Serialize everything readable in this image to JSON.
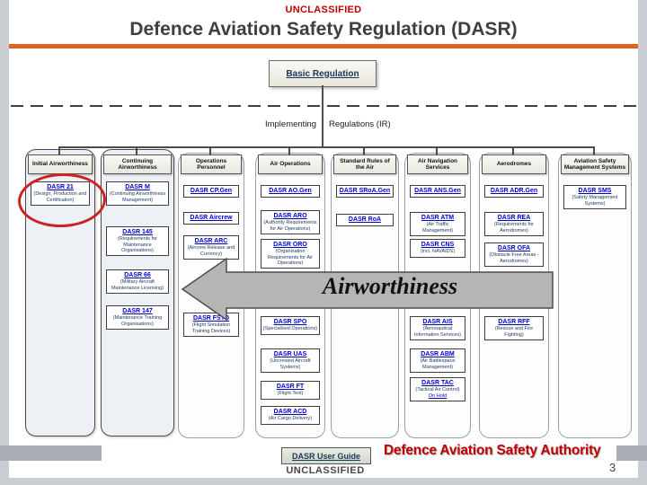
{
  "slide": {
    "classification_top": "UNCLASSIFIED",
    "title": "Defence Aviation Safety Regulation (DASR)",
    "classification_bottom": "UNCLASSIFIED",
    "page_number": "3",
    "authority_logo": "Defence Aviation Safety Authority",
    "user_guide_label": "DASR User Guide"
  },
  "diagram": {
    "root_label": "Basic Regulation",
    "branch_label_left": "Implementing",
    "branch_label_right": "Regulations (IR)",
    "arrow_label": "Airworthiness",
    "columns": [
      {
        "header": "Initial Airworthiness",
        "highlighted": true,
        "items": [
          {
            "code": "DASR 21",
            "sub": "(Design, Production and Certification)",
            "circled": true
          }
        ]
      },
      {
        "header": "Continuing Airworthiness",
        "items": [
          {
            "code": "DASR M",
            "sub": "(Continuing Airworthiness Management)"
          },
          {
            "code": "DASR 145",
            "sub": "(Requirements for Maintenance Organisations)"
          },
          {
            "code": "DASR 66",
            "sub": "(Military Aircraft Maintenance Licensing)"
          },
          {
            "code": "DASR 147",
            "sub": "(Maintenance Training Organisations)"
          }
        ]
      },
      {
        "header": "Operations Personnel",
        "items": [
          {
            "code": "DASR CP.Gen"
          },
          {
            "code": "DASR Aircrew"
          },
          {
            "code": "DASR ARC",
            "sub": "(Aircrew Release and Currency)"
          },
          {
            "code": "DASR FSTD",
            "sub": "(Flight Simulation Training Devices)"
          }
        ]
      },
      {
        "header": "Air Operations",
        "items": [
          {
            "code": "DASR AO.Gen"
          },
          {
            "code": "DASR ARO",
            "sub": "(Authority Requirements for Air Operations)"
          },
          {
            "code": "DASR ORO",
            "sub": "(Organisation Requirements for Air Operations)"
          },
          {
            "code": "DASR SPO",
            "sub": "(Specialised Operations)"
          },
          {
            "code": "DASR UAS",
            "sub": "(Uncrewed Aircraft Systems)"
          },
          {
            "code": "DASR FT",
            "sub": "(Flight Test)"
          },
          {
            "code": "DASR ACD",
            "sub": "(Air Cargo Delivery)"
          }
        ]
      },
      {
        "header": "Standard Rules of the Air",
        "items": [
          {
            "code": "DASR SRoA.Gen"
          },
          {
            "code": "DASR RoA"
          }
        ]
      },
      {
        "header": "Air Navigation Services",
        "items": [
          {
            "code": "DASR ANS.Gen"
          },
          {
            "code": "DASR ATM",
            "sub": "(Air Traffic Management)"
          },
          {
            "code": "DASR CNS",
            "sub": "(incl. NAVAIDS)"
          },
          {
            "code": "DASR AIS",
            "sub": "(Aeronautical Information Services)"
          },
          {
            "code": "DASR ABM",
            "sub": "(Air Battlespace Management)"
          },
          {
            "code": "DASR TAC",
            "sub": "(Tactical Air Control)",
            "note": "On Hold"
          }
        ]
      },
      {
        "header": "Aerodromes",
        "items": [
          {
            "code": "DASR ADR.Gen"
          },
          {
            "code": "DASR REA",
            "sub": "(Requirements for Aerodromes)"
          },
          {
            "code": "DASR OFA",
            "sub": "(Obstacle Free Areas - Aerodromes)"
          },
          {
            "code": "DASR RFF",
            "sub": "(Rescue and Fire Fighting)"
          }
        ]
      },
      {
        "header": "Aviation Safety Management Systems",
        "items": [
          {
            "code": "DASR SMS",
            "sub": "(Safety Management Systems)"
          }
        ]
      }
    ]
  },
  "colors": {
    "accent_orange": "#e2611c",
    "classification_red": "#c00000",
    "link_blue": "#0000cc",
    "logo_red": "#c00000",
    "arrow_gray": "#b5b5b5",
    "highlight_red": "#cc2222"
  }
}
